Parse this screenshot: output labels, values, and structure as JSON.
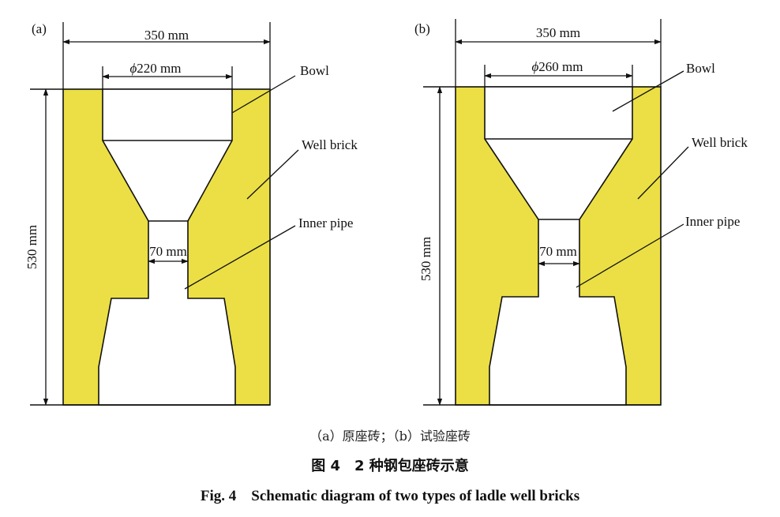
{
  "colors": {
    "brick": "#ebdf45",
    "void": "#ffffff",
    "line": "#111111"
  },
  "panel_a": {
    "tag": "(a)",
    "width_dim": "350 mm",
    "bowl_dim": "220 mm",
    "pipe_dim": "70 mm",
    "height_dim": "530 mm",
    "bowl_label": "Bowl",
    "brick_label": "Well brick",
    "pipe_label": "Inner pipe"
  },
  "panel_b": {
    "tag": "(b)",
    "width_dim": "350 mm",
    "bowl_dim": "260 mm",
    "pipe_dim": "70 mm",
    "height_dim": "530 mm",
    "bowl_label": "Bowl",
    "brick_label": "Well brick",
    "pipe_label": "Inner pipe"
  },
  "symbols": {
    "phi": "ϕ"
  },
  "caption": {
    "sub": "（a）原座砖；（b）试验座砖",
    "cn": "图 4　2 种钢包座砖示意",
    "en": "Fig. 4    Schematic diagram of two types of ladle well bricks"
  }
}
